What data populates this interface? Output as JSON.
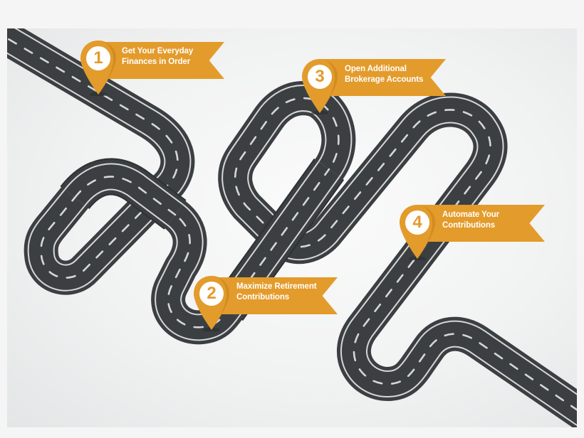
{
  "colors": {
    "accent": "#e39b2b",
    "accent_dark": "#c98620",
    "road": "#3b3f42",
    "road_line": "#d6d6d6",
    "background": "#f5f5f5"
  },
  "milestones": [
    {
      "number": "1",
      "line1": "Get Your Everyday",
      "line2": "Finances in Order",
      "icon": "map-pin-icon"
    },
    {
      "number": "2",
      "line1": "Maximize Retirement",
      "line2": "Contributions",
      "icon": "map-pin-icon"
    },
    {
      "number": "3",
      "line1": "Open Additional",
      "line2": "Brokerage Accounts",
      "icon": "map-pin-icon"
    },
    {
      "number": "4",
      "line1": "Automate Your",
      "line2": "Contributions",
      "icon": "map-pin-icon"
    }
  ]
}
